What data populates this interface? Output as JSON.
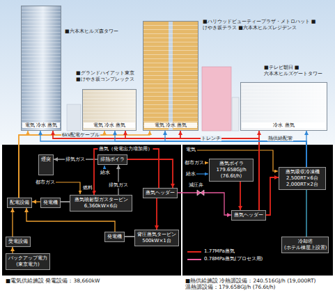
{
  "diagram": {
    "nodes": [
      {
        "text": [
          "■六本木ヒルズ森タワー",
          "電気 冷水 蒸気"
        ]
      },
      {
        "text": [
          "■グランドハイアット東京 ■けやき坂コンプレックス",
          "電気 冷水 蒸気"
        ]
      },
      {
        "text": [
          "■ハリウッドビューティープラザ・メトロハット ■けやき坂テラス ■六本木ヒルズレジデンス",
          "電気 冷水 蒸気"
        ]
      },
      {
        "text": [
          "■テレビ朝日 ■六本木ヒルズゲートタワー",
          "冷水 蒸気"
        ]
      },
      {
        "text": [
          "■電気供給施設 発電設備：38,660kW"
        ]
      },
      {
        "text": [
          "■熱供給施設 冷熱源設備：240.516GJ/h (19,000RT) 温熱源設備：179.658GJ/h (76.6t/h)"
        ]
      },
      {
        "text": [
          "煙突"
        ],
        "in": 4
      },
      {
        "text": [
          "排熱ボイラ"
        ],
        "in": 4
      },
      {
        "text": [
          "蒸気噴射型ガスタービン 6,360kW×6台"
        ],
        "in": 4
      },
      {
        "text": [
          "発電機"
        ],
        "in": 4
      },
      {
        "text": [
          "蒸気ヘッダー"
        ],
        "in": 4
      },
      {
        "text": [
          "背圧蒸気タービン 500kW×1台"
        ],
        "in": 4
      },
      {
        "text": [
          "発電機"
        ],
        "in": 4
      },
      {
        "text": [
          "配電設備"
        ],
        "in": 4
      },
      {
        "text": [
          "受電設備"
        ],
        "in": 4
      },
      {
        "text": [
          "バックアップ電力 (東京電力)"
        ],
        "in": 4
      },
      {
        "text": [
          "蒸気ボイラ 179.658GJ/h (76.6t/h)"
        ],
        "in": 5
      },
      {
        "text": [
          "蒸気ヘッダー"
        ],
        "in": 5
      },
      {
        "text": [
          "冷却塔 (ホテル棟屋上設置)"
        ],
        "in": 5
      },
      {
        "text": [
          "蒸気吸収冷凍機 2,500RT×6台 2,000RT×2台"
        ],
        "in": 5
      }
    ],
    "edges": [
      {
        "from": 7,
        "to": 6,
        "arrow": "to",
        "label": "排気ガス"
      },
      {
        "from": 8,
        "to": 7,
        "arrow": "to",
        "label": "排気ガス"
      },
      {
        "from": 7,
        "to": 10,
        "arrow": "to"
      },
      {
        "from": 10,
        "to": 8,
        "arrow": "to",
        "label": "蒸気（発電出力増加用）"
      },
      {
        "from": 10,
        "to": 11,
        "arrow": "to"
      },
      {
        "from": 8,
        "to": 9,
        "arrow": "none"
      },
      {
        "from": 11,
        "to": 12,
        "arrow": "none"
      },
      {
        "from": 9,
        "to": 13,
        "arrow": "to"
      },
      {
        "from": 12,
        "to": 13,
        "arrow": "to"
      },
      {
        "from": 15,
        "to": 14,
        "arrow": "to"
      },
      {
        "from": 14,
        "to": 13,
        "arrow": "to"
      },
      {
        "from": 13,
        "to": 0,
        "arrow": "to"
      },
      {
        "from": 13,
        "to": 1,
        "arrow": "to"
      },
      {
        "from": 13,
        "to": 2,
        "arrow": "to"
      },
      {
        "from": 10,
        "to": 17,
        "arrow": "to"
      },
      {
        "from": 16,
        "to": 17,
        "arrow": "to"
      },
      {
        "from": 17,
        "to": 19,
        "arrow": "to"
      },
      {
        "from": 19,
        "to": 18,
        "arrow": "none"
      },
      {
        "from": 17,
        "to": 0,
        "arrow": "to"
      },
      {
        "from": 17,
        "to": 1,
        "arrow": "to"
      },
      {
        "from": 17,
        "to": 2,
        "arrow": "to"
      },
      {
        "from": 17,
        "to": 3,
        "arrow": "to"
      },
      {
        "from": 19,
        "to": 0,
        "arrow": "to"
      },
      {
        "from": 19,
        "to": 1,
        "arrow": "to"
      },
      {
        "from": 19,
        "to": 2,
        "arrow": "to"
      },
      {
        "from": 19,
        "to": 3,
        "arrow": "to"
      }
    ],
    "labels": [
      "6kV配電ケーブル",
      "トレンチ",
      "熱供給配管",
      "都市ガス",
      "燃料",
      "給水",
      "減圧弁",
      "電気",
      "都市ガス",
      "給水"
    ],
    "legend": [
      {
        "text": "1.77MPa蒸気"
      },
      {
        "text": "0.78MPa蒸気(プロセス用)"
      }
    ]
  }
}
